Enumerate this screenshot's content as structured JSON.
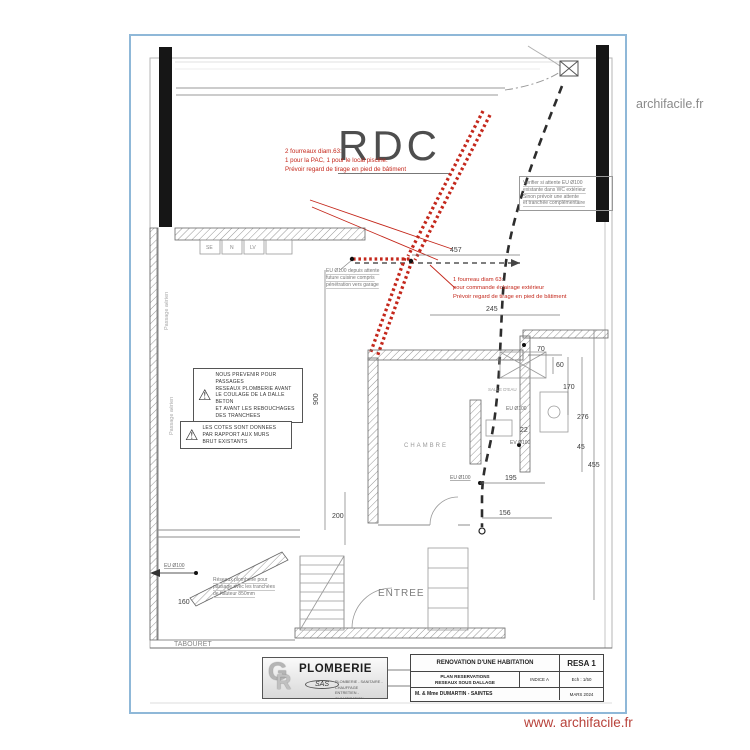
{
  "watermarks": {
    "top": "archifacile.fr",
    "bottom": "www. archifacile.fr"
  },
  "plan": {
    "title": "RDC",
    "notes": {
      "fourreaux2": "2 fourreaux diam.63:\n1 pour la PAC, 1 pour le local piscine.\nPrévoir regard de tirage en pied de bâtiment",
      "fourreau1": "1 fourreau diam 63:\npour commande éclairage extérieur\nPrévoir regard de tirage en pied de bâtiment",
      "verifier": "Vérifier si attente EU Ø100\nexistante dans WC extérieur\nSinon prévoir une attente\net tranchée complémentaire",
      "eu_depuis": "EU Ø100 depuis attente\nfuture cuisine compris\npénétration vers garage",
      "reseaux": "Réseaux plomberie pour\npassage avec les tranchées\nde hauteur 850mm",
      "warning1": "NOUS PREVENIR POUR PASSAGES\nRESEAUX PLOMBERIE AVANT\nLE COULAGE DE LA DALLE BETON\nET  AVANT  LES  REBOUCHAGES\nDES TRANCHEES",
      "warning2": "LES COTES SONT DONNEES\nPAR RAPPORT AUX MURS\nBRUT EXISTANTS"
    },
    "rooms": {
      "chambre": "CHAMBRE",
      "salle_eau": "SALLE D'EAU",
      "entree": "ENTREE",
      "tabouret": "TABOURET",
      "passage": "Passage aérien"
    },
    "pipes": {
      "eu100_top": "EU Ø100",
      "ev100": "EV Ø100",
      "eu100_mid": "EU Ø100",
      "eu100_left": "EU Ø100"
    },
    "fixtures": {
      "se": "SE",
      "n": "N",
      "lv": "LV"
    },
    "dims": {
      "d457": "457",
      "d245": "245",
      "d70": "70",
      "d60": "60",
      "d170": "170",
      "d276": "276",
      "d45": "45",
      "d455": "455",
      "d22": "22",
      "d195": "195",
      "d156": "156",
      "d900": "900",
      "d200": "200",
      "d160": "160"
    }
  },
  "titleblock": {
    "project": "RENOVATION D'UNE HABITATION",
    "doc": "PLAN RESERVATIONS\nRESEAUX SOUS DALLAGE",
    "indice": "INDICE A",
    "scale": "Ech : 1/50",
    "client": "M. & Mme DUMARTIN - SAINTES",
    "date": "MARS 2024",
    "ref": "RESA 1"
  },
  "logo": {
    "g": "G",
    "r": "R",
    "name": "PLOMBERIE",
    "sas": "SAS",
    "tagline": "PLOMBERIE - SANITAIRE - CHAUFFAGE\nENTRETIEN - CLIMATISATION"
  },
  "colors": {
    "accent_red": "#c4271b",
    "frame_blue": "#8fb8d8",
    "watermark_red": "#b8423a"
  }
}
